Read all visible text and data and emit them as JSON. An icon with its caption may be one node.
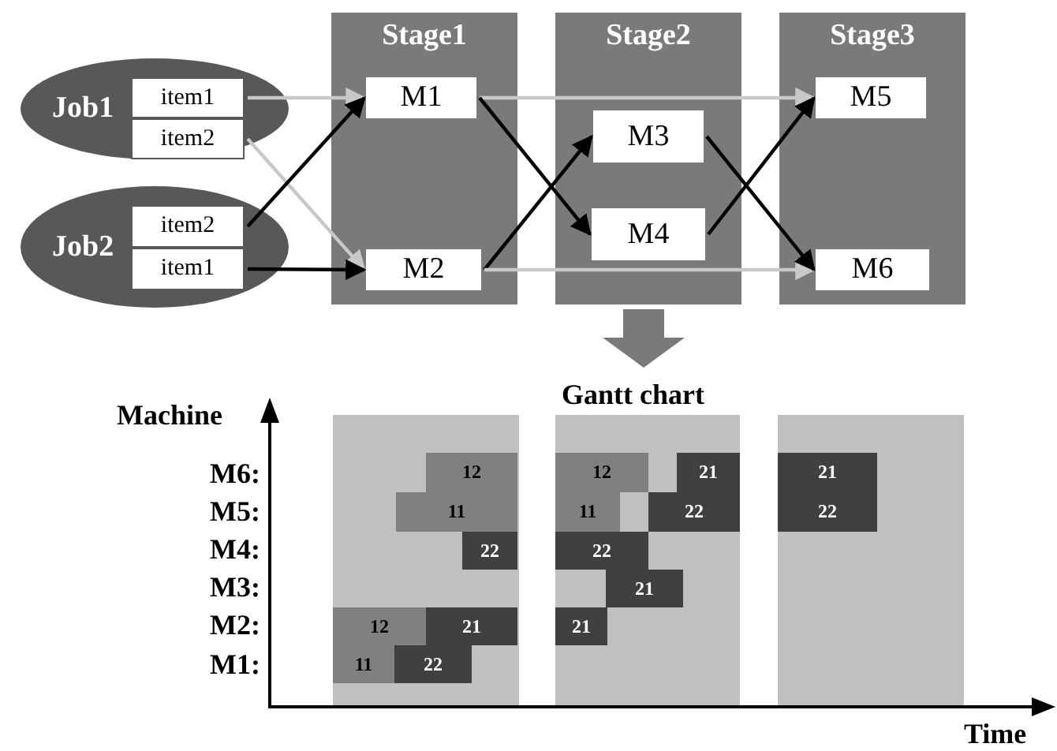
{
  "diagram": {
    "nodes": [
      {
        "text": [
          "Job1"
        ]
      },
      {
        "text": [
          "item1"
        ],
        "in": 0
      },
      {
        "text": [
          "item2"
        ],
        "in": 0
      },
      {
        "text": [
          "Job2"
        ]
      },
      {
        "text": [
          "item2"
        ],
        "in": 3
      },
      {
        "text": [
          "item1"
        ],
        "in": 3
      },
      {
        "text": [
          "Stage1"
        ]
      },
      {
        "text": [
          "M1"
        ],
        "in": 6
      },
      {
        "text": [
          "M2"
        ],
        "in": 6
      },
      {
        "text": [
          "Stage2"
        ]
      },
      {
        "text": [
          "M3"
        ],
        "in": 9
      },
      {
        "text": [
          "M4"
        ],
        "in": 9
      },
      {
        "text": [
          "Stage3"
        ]
      },
      {
        "text": [
          "M5"
        ],
        "in": 12
      },
      {
        "text": [
          "M6"
        ],
        "in": 12
      },
      {
        "text": [
          "12"
        ]
      },
      {
        "text": [
          "12"
        ]
      },
      {
        "text": [
          "21"
        ]
      },
      {
        "text": [
          "21"
        ]
      },
      {
        "text": [
          "11"
        ]
      },
      {
        "text": [
          "11"
        ]
      },
      {
        "text": [
          "22"
        ]
      },
      {
        "text": [
          "22"
        ]
      },
      {
        "text": [
          "22"
        ]
      },
      {
        "text": [
          "22"
        ]
      },
      {
        "text": [
          "21"
        ]
      },
      {
        "text": [
          "12"
        ]
      },
      {
        "text": [
          "21"
        ]
      },
      {
        "text": [
          "21"
        ]
      },
      {
        "text": [
          "11"
        ]
      },
      {
        "text": [
          "22"
        ]
      }
    ],
    "edges": [
      {
        "from": 1,
        "to": 7,
        "arrow": "to",
        "color": "#c8c8c8"
      },
      {
        "from": 2,
        "to": 8,
        "arrow": "to",
        "color": "#c8c8c8"
      },
      {
        "from": 4,
        "to": 7,
        "arrow": "to"
      },
      {
        "from": 5,
        "to": 8,
        "arrow": "to"
      },
      {
        "from": 7,
        "to": 13,
        "arrow": "to",
        "color": "#c8c8c8"
      },
      {
        "from": 7,
        "to": 11,
        "arrow": "to"
      },
      {
        "from": 8,
        "to": 10,
        "arrow": "to"
      },
      {
        "from": 8,
        "to": 14,
        "arrow": "to",
        "color": "#c8c8c8"
      },
      {
        "from": 10,
        "to": 14,
        "arrow": "to"
      },
      {
        "from": 11,
        "to": 13,
        "arrow": "to"
      }
    ],
    "labels": [
      "Gantt chart",
      "Machine",
      "M6:",
      "M5:",
      "M4:",
      "M3:",
      "M2:",
      "M1:",
      "Time"
    ]
  }
}
